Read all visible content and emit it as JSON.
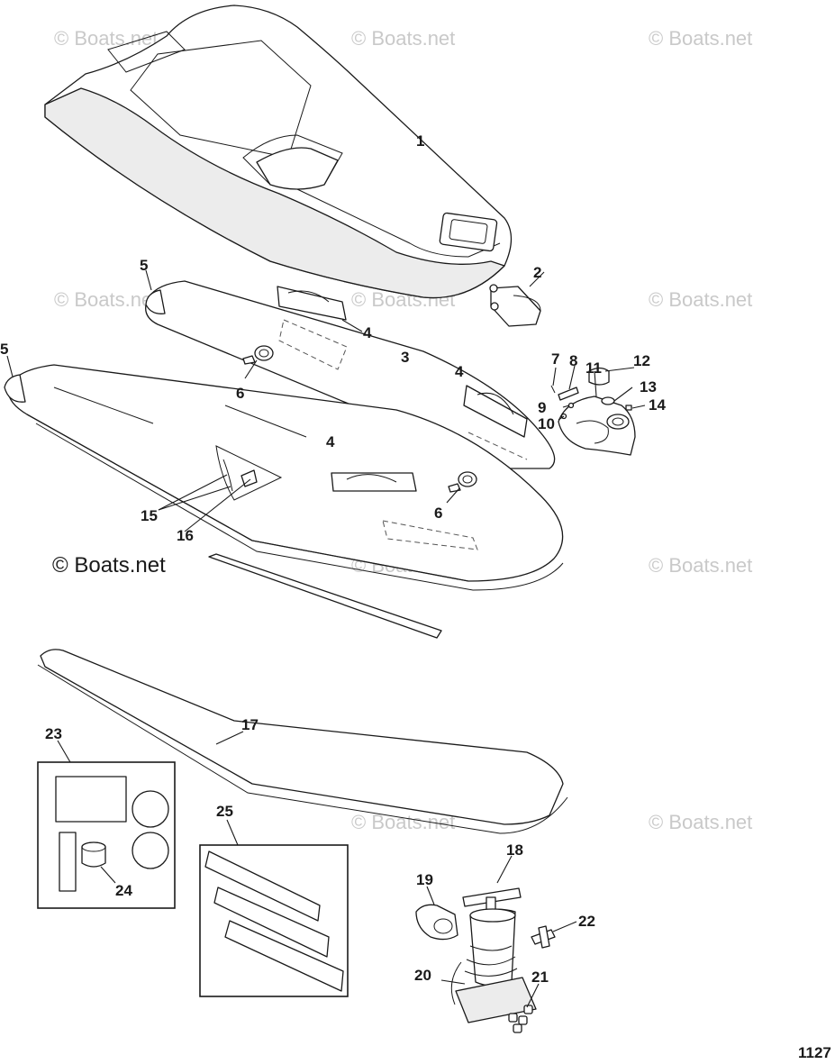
{
  "watermark": {
    "text": "© Boats.net"
  },
  "page_number": "1127",
  "callouts": {
    "c1": "1",
    "c2": "2",
    "c3": "3",
    "c4a": "4",
    "c4b": "4",
    "c4c": "4",
    "c5a": "5",
    "c5b": "5",
    "c6a": "6",
    "c6b": "6",
    "c7": "7",
    "c8": "8",
    "c9": "9",
    "c10": "10",
    "c11": "11",
    "c12": "12",
    "c13": "13",
    "c14": "14",
    "c15": "15",
    "c16": "16",
    "c17": "17",
    "c18": "18",
    "c19": "19",
    "c20": "20",
    "c21": "21",
    "c22": "22",
    "c23": "23",
    "c24": "24",
    "c25": "25"
  }
}
